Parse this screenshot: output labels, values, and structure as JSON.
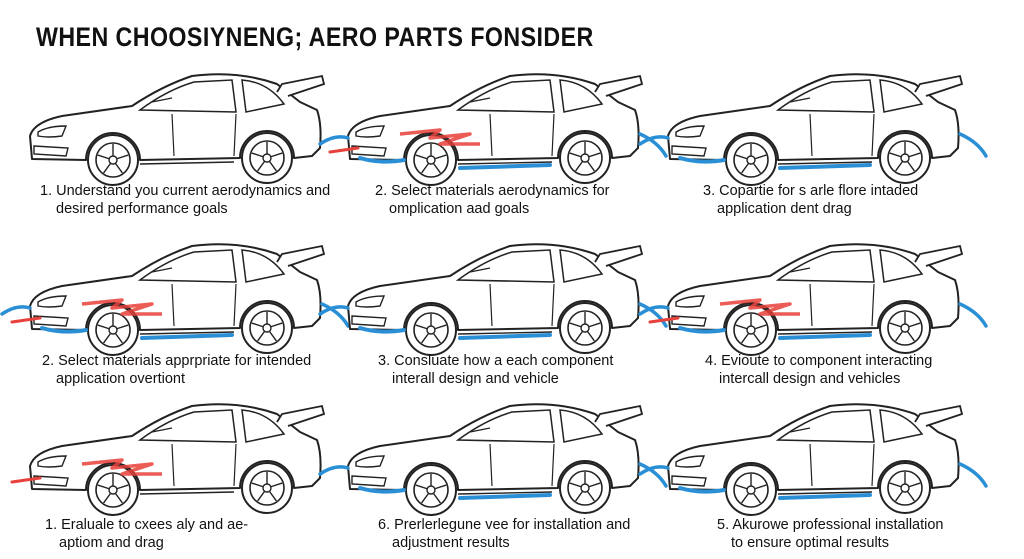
{
  "title": "WHEN CHOOSIYNENG; AERO PARTS FONSIDER",
  "colors": {
    "line": "#222222",
    "blue": "#2b8fd6",
    "red": "#e8403a"
  },
  "panels": [
    {
      "line1": "1. Understand you current aerodynamics and",
      "line2": "desired performance goals",
      "accent": "none"
    },
    {
      "line1": "2. Select materials aerodynamics for",
      "line2": "omplication aad goals",
      "accent": "redblue"
    },
    {
      "line1": "3. Copartie for s arle flore intaded",
      "line2": "application dent drag",
      "accent": "blue"
    },
    {
      "line1": "2. Select materials apprpriate for intended",
      "line2": "application overtiont",
      "accent": "redblue"
    },
    {
      "line1": "3. Consluate how a each component",
      "line2": "interall design and vehicle",
      "accent": "blue"
    },
    {
      "line1": "4. Evioute to component interacting",
      "line2": "intercall design and vehicles",
      "accent": "redblue"
    },
    {
      "line1": "1. Eraluale to cxees aly and ae-",
      "line2": "aptiom and drag",
      "accent": "red"
    },
    {
      "line1": "6. Prerlerlegune vee for installation and",
      "line2": "adjustment results",
      "accent": "blue"
    },
    {
      "line1": "5. Akurowe professional installation",
      "line2": "to ensure optimal results",
      "accent": "blue"
    }
  ]
}
